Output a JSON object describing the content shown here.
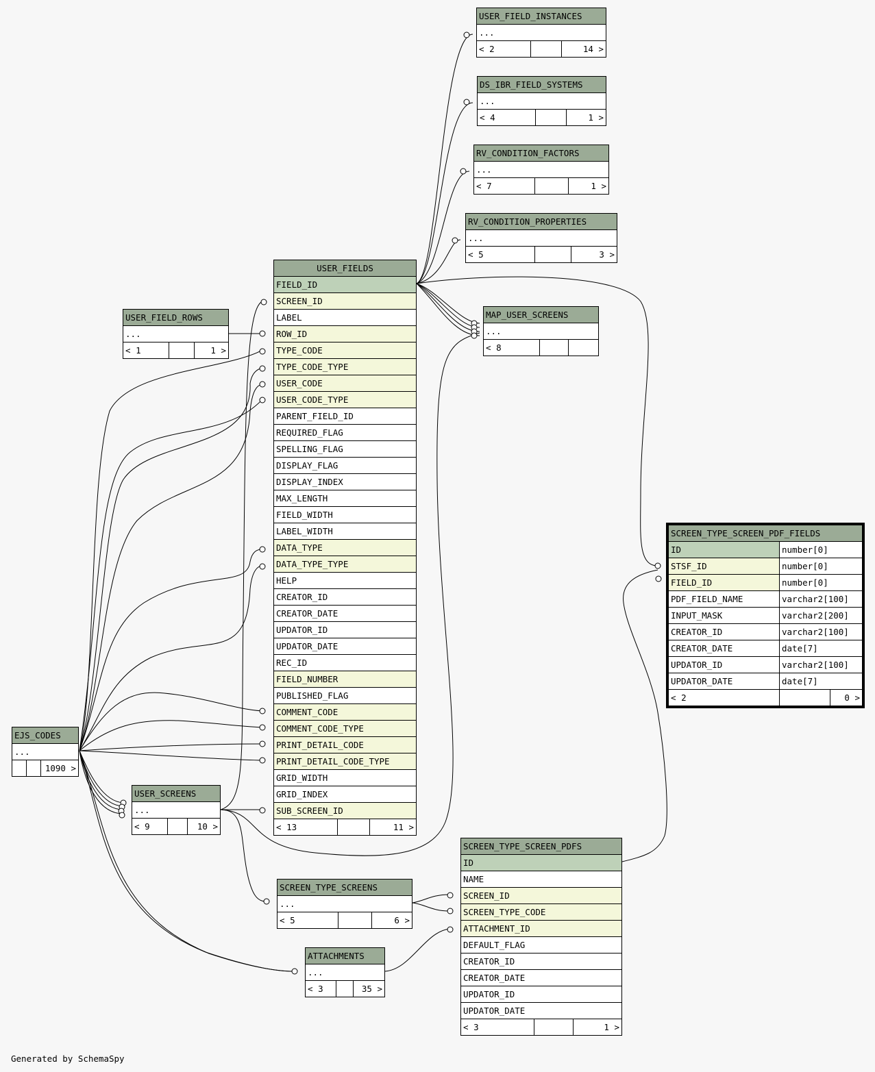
{
  "footer": "Generated by SchemaSpy",
  "tables": {
    "user_field_instances": {
      "name": "USER_FIELD_INSTANCES",
      "rows": [
        "..."
      ],
      "parents": "2",
      "children": "14"
    },
    "ds_ibr_field_systems": {
      "name": "DS_IBR_FIELD_SYSTEMS",
      "rows": [
        "..."
      ],
      "parents": "4",
      "children": "1"
    },
    "rv_condition_factors": {
      "name": "RV_CONDITION_FACTORS",
      "rows": [
        "..."
      ],
      "parents": "7",
      "children": "1"
    },
    "rv_condition_properties": {
      "name": "RV_CONDITION_PROPERTIES",
      "rows": [
        "..."
      ],
      "parents": "5",
      "children": "3"
    },
    "map_user_screens": {
      "name": "MAP_USER_SCREENS",
      "rows": [
        "..."
      ],
      "parents": "8",
      "children": ""
    },
    "user_field_rows": {
      "name": "USER_FIELD_ROWS",
      "rows": [
        "..."
      ],
      "parents": "1",
      "children": "1"
    },
    "user_fields": {
      "name": "USER_FIELDS",
      "rows": [
        "FIELD_ID",
        "SCREEN_ID",
        "LABEL",
        "ROW_ID",
        "TYPE_CODE",
        "TYPE_CODE_TYPE",
        "USER_CODE",
        "USER_CODE_TYPE",
        "PARENT_FIELD_ID",
        "REQUIRED_FLAG",
        "SPELLING_FLAG",
        "DISPLAY_FLAG",
        "DISPLAY_INDEX",
        "MAX_LENGTH",
        "FIELD_WIDTH",
        "LABEL_WIDTH",
        "DATA_TYPE",
        "DATA_TYPE_TYPE",
        "HELP",
        "CREATOR_ID",
        "CREATOR_DATE",
        "UPDATOR_ID",
        "UPDATOR_DATE",
        "REC_ID",
        "FIELD_NUMBER",
        "PUBLISHED_FLAG",
        "COMMENT_CODE",
        "COMMENT_CODE_TYPE",
        "PRINT_DETAIL_CODE",
        "PRINT_DETAIL_CODE_TYPE",
        "GRID_WIDTH",
        "GRID_INDEX",
        "SUB_SCREEN_ID"
      ],
      "parents": "13",
      "children": "11"
    },
    "screen_type_screen_pdf_fields": {
      "name": "SCREEN_TYPE_SCREEN_PDF_FIELDS",
      "rows": [
        "ID",
        "STSF_ID",
        "FIELD_ID",
        "PDF_FIELD_NAME",
        "INPUT_MASK",
        "CREATOR_ID",
        "CREATOR_DATE",
        "UPDATOR_ID",
        "UPDATOR_DATE"
      ],
      "types": [
        "number[0]",
        "number[0]",
        "number[0]",
        "varchar2[100]",
        "varchar2[200]",
        "varchar2[100]",
        "date[7]",
        "varchar2[100]",
        "date[7]"
      ],
      "parents": "2",
      "children": "0"
    },
    "ejs_codes": {
      "name": "EJS_CODES",
      "rows": [
        "..."
      ],
      "parents": "",
      "children": "1090"
    },
    "user_screens": {
      "name": "USER_SCREENS",
      "rows": [
        "..."
      ],
      "parents": "9",
      "children": "10"
    },
    "screen_type_screen_pdfs": {
      "name": "SCREEN_TYPE_SCREEN_PDFS",
      "rows": [
        "ID",
        "NAME",
        "SCREEN_ID",
        "SCREEN_TYPE_CODE",
        "ATTACHMENT_ID",
        "DEFAULT_FLAG",
        "CREATOR_ID",
        "CREATOR_DATE",
        "UPDATOR_ID",
        "UPDATOR_DATE"
      ],
      "parents": "3",
      "children": "1"
    },
    "screen_type_screens": {
      "name": "SCREEN_TYPE_SCREENS",
      "rows": [
        "..."
      ],
      "parents": "5",
      "children": "6"
    },
    "attachments": {
      "name": "ATTACHMENTS",
      "rows": [
        "..."
      ],
      "parents": "3",
      "children": "35"
    }
  }
}
